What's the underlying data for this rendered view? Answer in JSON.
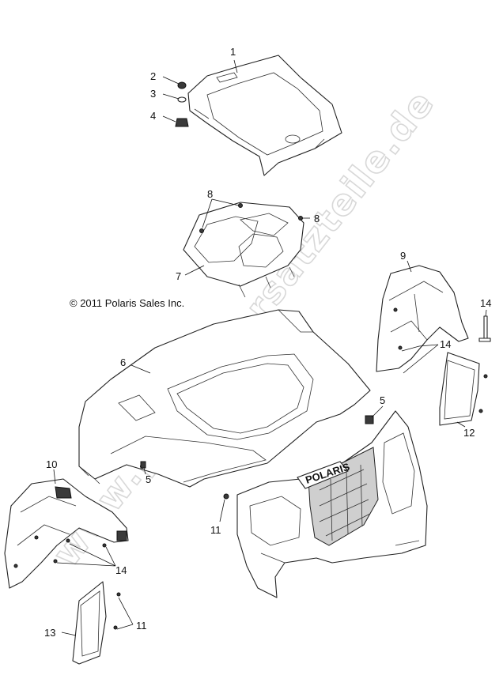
{
  "copyright": "© 2011 Polaris Sales Inc.",
  "watermark": "www.polaris-ersatzteile.de",
  "grille_logo": "POLARIS",
  "callouts": {
    "c1": "1",
    "c2": "2",
    "c3": "3",
    "c4": "4",
    "c5a": "5",
    "c5b": "5",
    "c6": "6",
    "c7": "7",
    "c8a": "8",
    "c8b": "8",
    "c9": "9",
    "c10": "10",
    "c11a": "11",
    "c11b": "11",
    "c12": "12",
    "c13": "13",
    "c14a": "14",
    "c14b": "14",
    "c14c": "14"
  }
}
